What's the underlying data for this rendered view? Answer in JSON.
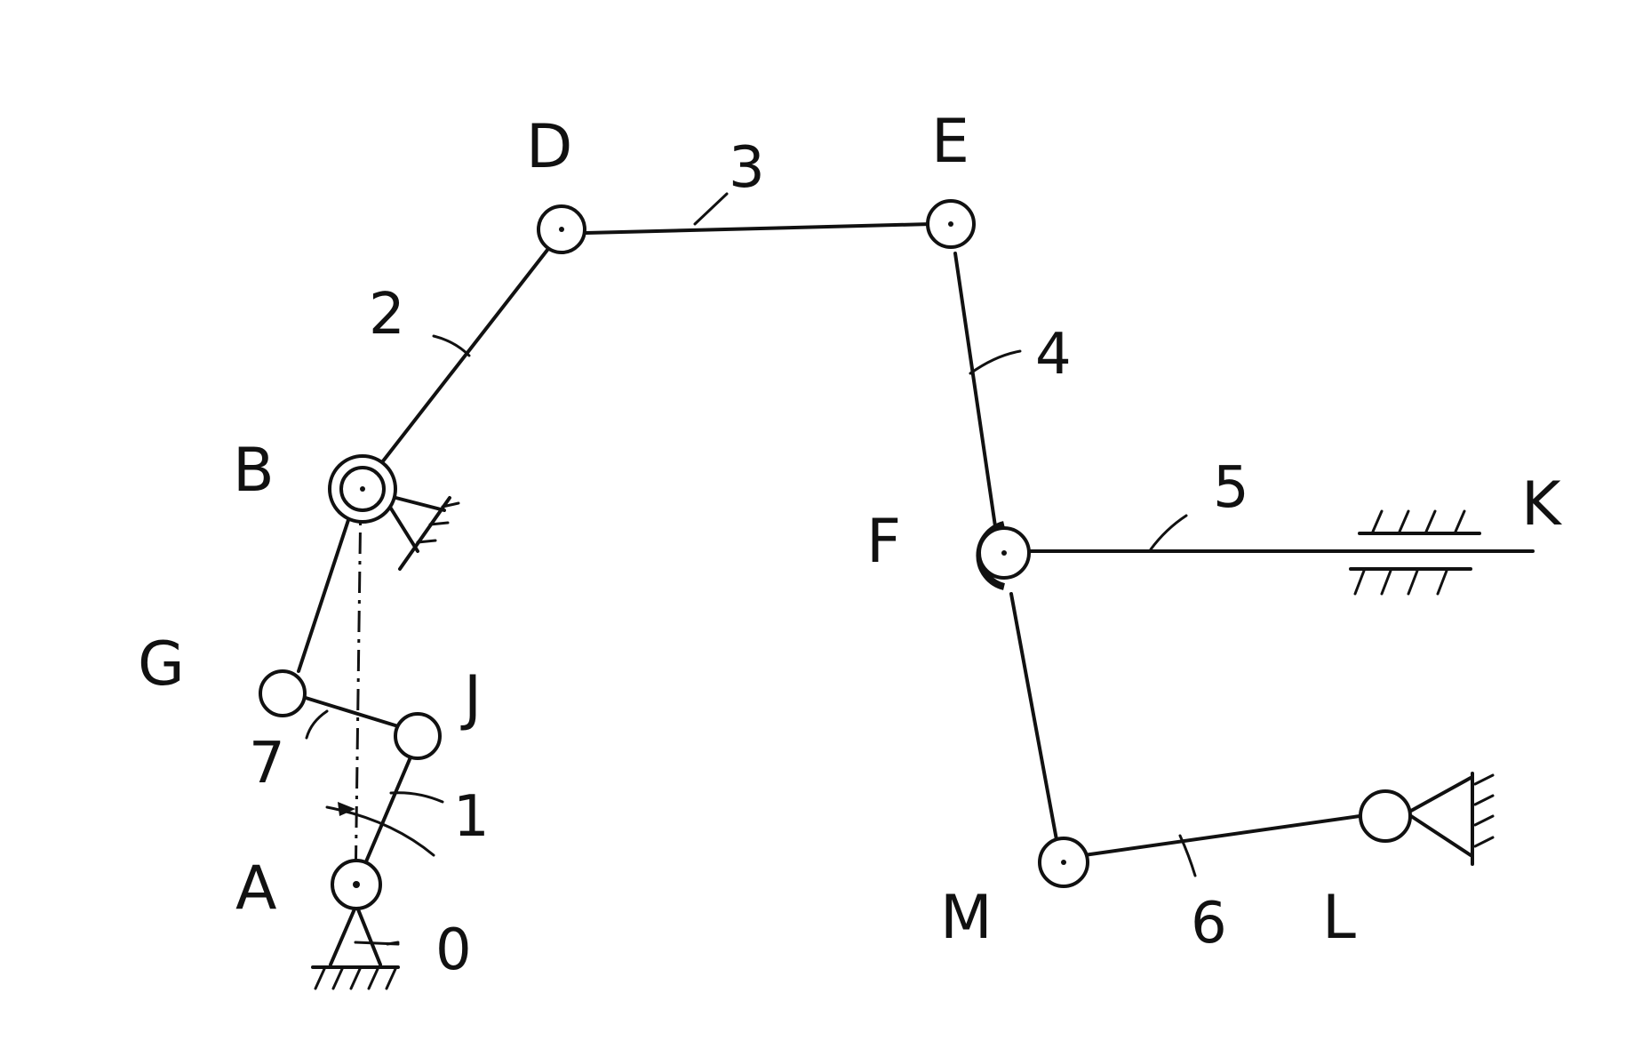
{
  "points": {
    "A": "A",
    "B": "B",
    "D": "D",
    "E": "E",
    "F": "F",
    "G": "G",
    "J": "J",
    "K": "K",
    "L": "L",
    "M": "M"
  },
  "links": {
    "l0": "0",
    "l1": "1",
    "l2": "2",
    "l3": "3",
    "l4": "4",
    "l5": "5",
    "l6": "6",
    "l7": "7"
  }
}
